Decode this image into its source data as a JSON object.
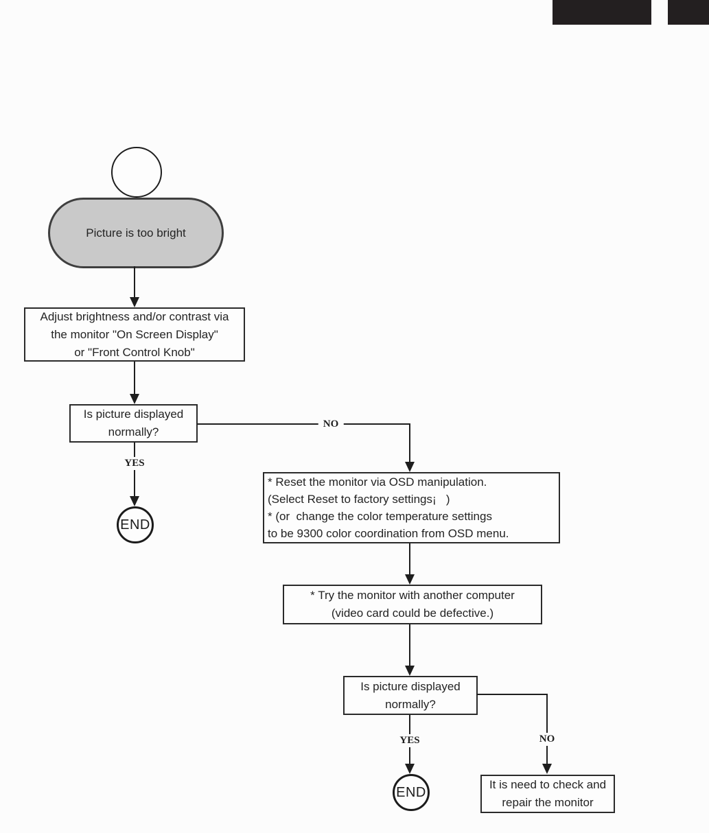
{
  "colors": {
    "page_background": "#fcfcfc",
    "line": "#1e1e1e",
    "terminal_fill": "#c9c9c9",
    "header_bar": "#231f20"
  },
  "flow": {
    "start": {
      "label": "Picture is too bright"
    },
    "adjust_box": {
      "lines": [
        "Adjust brightness and/or contrast via",
        "the monitor \"On Screen Display\"",
        "or \"Front Control Knob\""
      ]
    },
    "decision1": {
      "lines": [
        "Is picture displayed",
        "normally?"
      ],
      "yes_label": "YES",
      "no_label": "NO"
    },
    "end1": {
      "label": "END"
    },
    "reset_box": {
      "lines": [
        "* Reset the monitor via OSD manipulation.",
        "(Select Reset to factory settings¡   )",
        "* (or  change the color temperature settings",
        "to be 9300 color coordination from OSD menu."
      ]
    },
    "try_box": {
      "lines": [
        "* Try the monitor with another computer",
        "(video card could be defective.)"
      ]
    },
    "decision2": {
      "lines": [
        "Is picture displayed",
        "normally?"
      ],
      "yes_label": "YES",
      "no_label": "NO"
    },
    "end2": {
      "label": "END"
    },
    "repair_box": {
      "lines": [
        "It is need to check and",
        "repair the monitor"
      ]
    }
  }
}
